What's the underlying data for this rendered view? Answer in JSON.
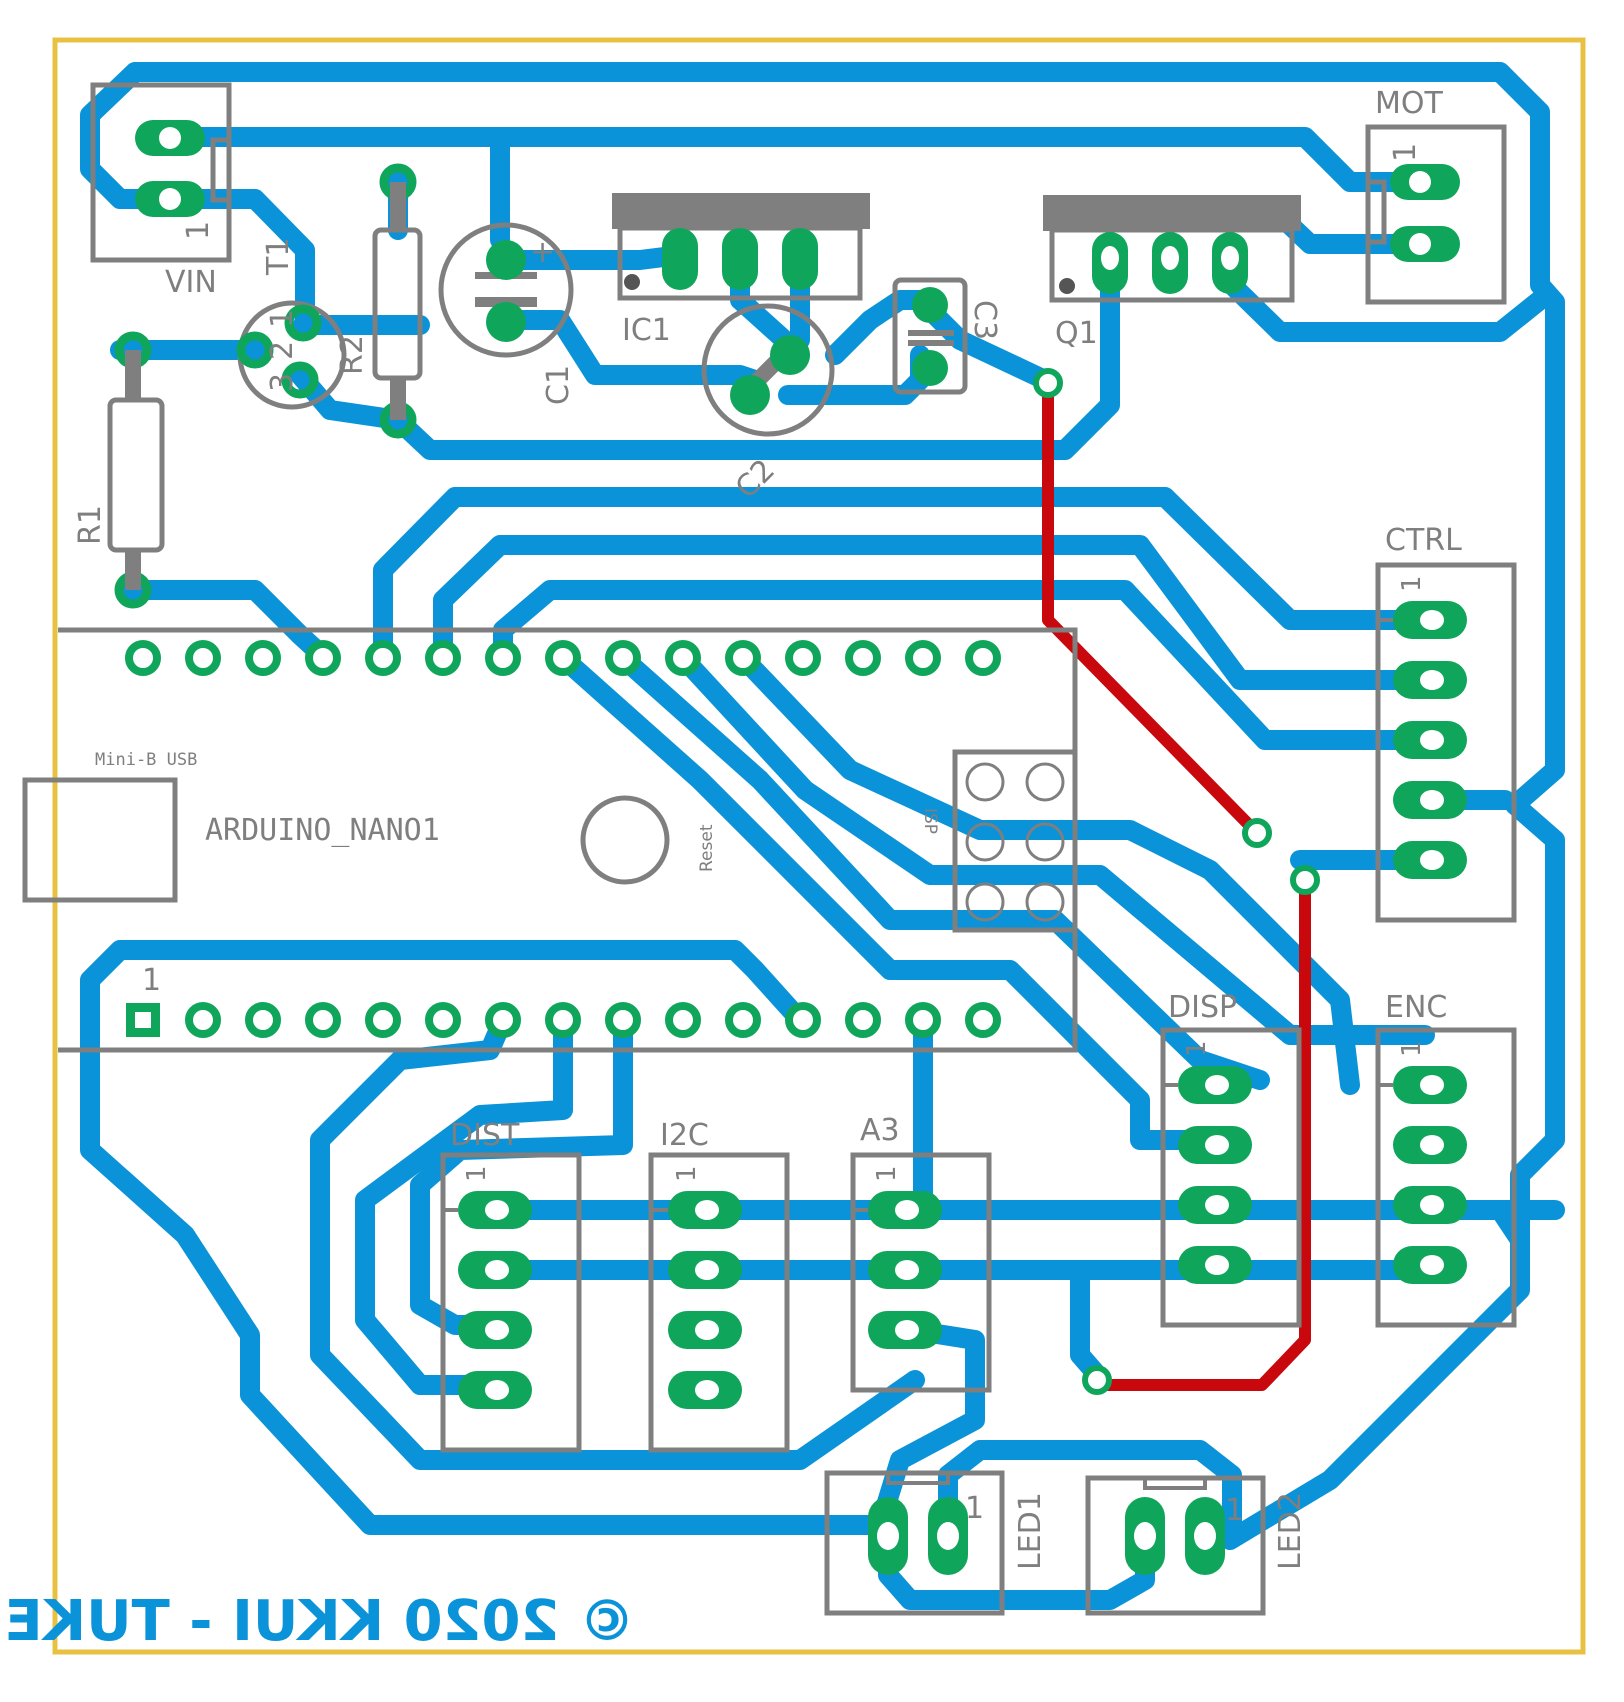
{
  "board": {
    "copyright": "© 2020 KKUI - TUKE",
    "colors": {
      "outline": "#e8c143",
      "bottom_copper": "#0a93d8",
      "top_copper": "#c8080c",
      "pad": "#0fa65c",
      "silkscreen": "#7f7f7f"
    }
  },
  "labels": {
    "vin": "VIN",
    "mot": "MOT",
    "t1": "T1",
    "r1": "R1",
    "r2": "R2",
    "c1": "C1",
    "c2": "C2",
    "c3": "C3",
    "ic1": "IC1",
    "q1": "Q1",
    "ctrl": "CTRL",
    "disp": "DISP",
    "enc": "ENC",
    "dist": "DIST",
    "i2c": "I2C",
    "a3": "A3",
    "led1": "LED1",
    "led2": "LED2",
    "arduino": "ARDUINO_NANO1",
    "mini_usb": "Mini-B USB",
    "reset": "Reset",
    "isp": "ISP",
    "pin1": "1",
    "pin2": "2",
    "pin3": "3",
    "plus": "+"
  }
}
